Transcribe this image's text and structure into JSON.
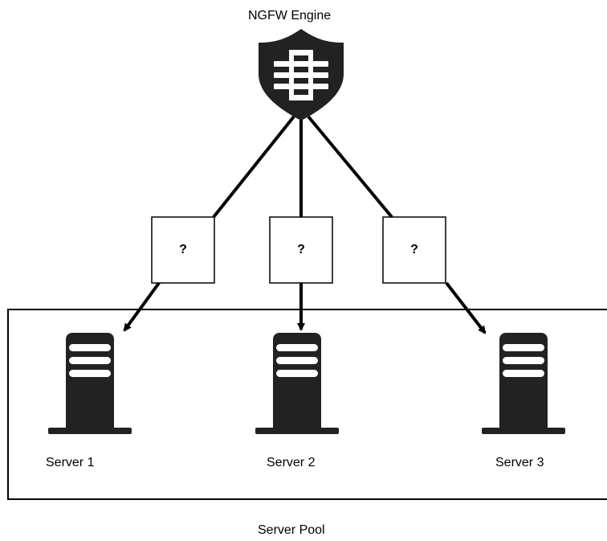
{
  "engine": {
    "label": "NGFW Engine",
    "icon": "firewall-shield-icon"
  },
  "decisions": [
    {
      "label": "?"
    },
    {
      "label": "?"
    },
    {
      "label": "?"
    }
  ],
  "servers": [
    {
      "label": "Server 1",
      "icon": "server-icon"
    },
    {
      "label": "Server 2",
      "icon": "server-icon"
    },
    {
      "label": "Server 3",
      "icon": "server-icon"
    }
  ],
  "pool": {
    "label": "Server Pool"
  },
  "colors": {
    "stroke": "#000000",
    "icon_fill": "#222222",
    "background": "#ffffff"
  }
}
